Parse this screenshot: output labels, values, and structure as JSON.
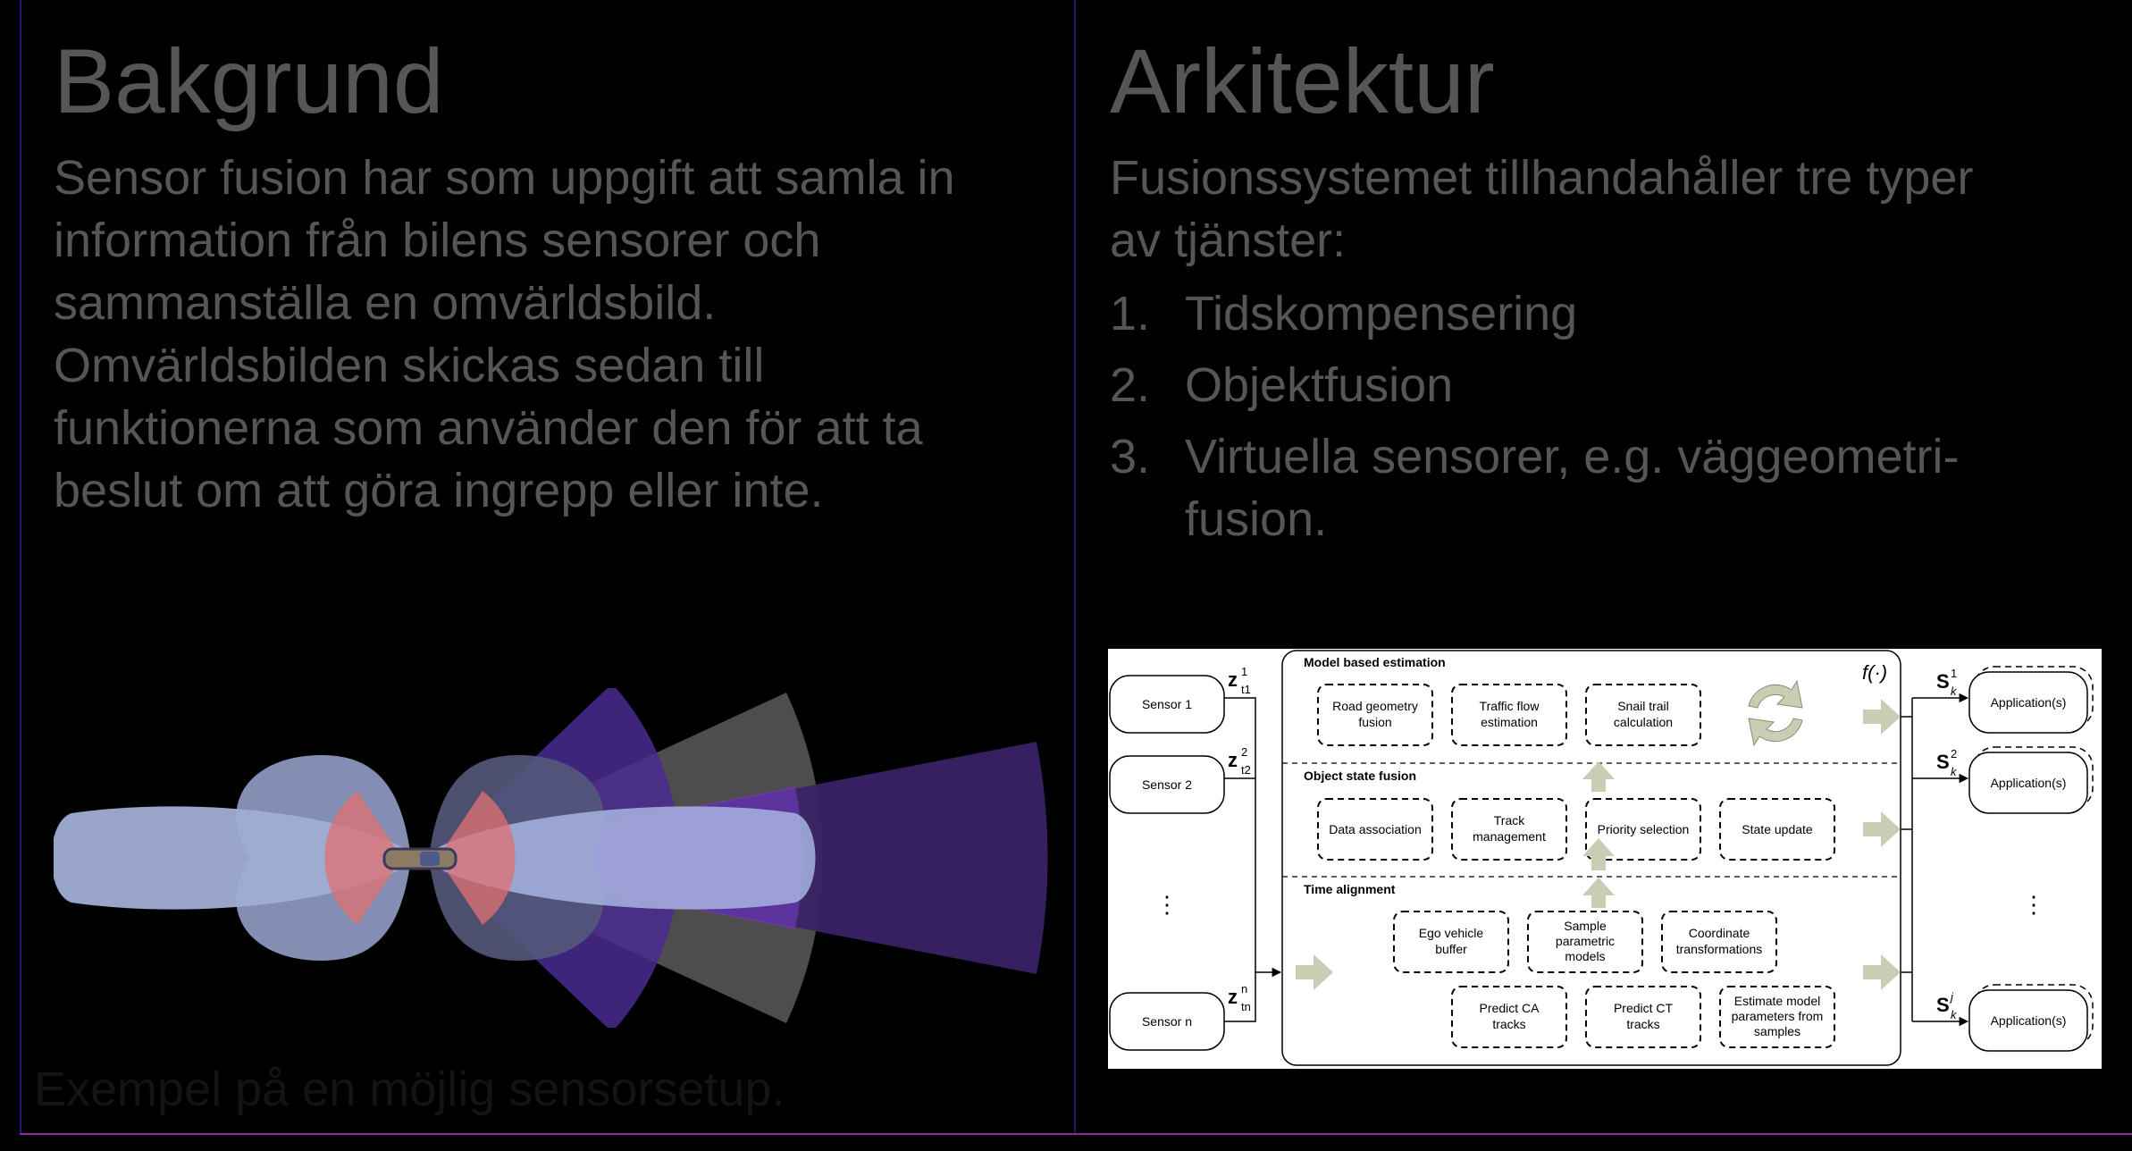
{
  "left": {
    "title": "Bakgrund",
    "body": [
      "Sensor fusion har som uppgift att samla in",
      "information från bilens sensorer och",
      "sammanställa en omvärldsbild.",
      "Omvärldsbilden skickas sedan till",
      "funktionerna som använder den för att ta",
      "beslut om att göra ingrepp eller inte."
    ],
    "caption": "Exempel på en möjlig sensorsetup."
  },
  "right": {
    "title": "Arkitektur",
    "intro": [
      "Fusionssystemet tillhandahåller tre typer",
      "av tjänster:"
    ],
    "services": [
      {
        "num": "1.",
        "lines": [
          "Tidskompensering"
        ]
      },
      {
        "num": "2.",
        "lines": [
          "Objektfusion"
        ]
      },
      {
        "num": "3.",
        "lines": [
          "Virtuella sensorer, e.g. väggeometri-",
          "fusion."
        ]
      }
    ]
  },
  "diagram": {
    "sensors": [
      {
        "label": "Sensor 1",
        "z_sup": "1",
        "z_sub": "t1"
      },
      {
        "label": "Sensor 2",
        "z_sup": "2",
        "z_sub": "t2"
      },
      {
        "label": "Sensor n",
        "z_sup": "n",
        "z_sub": "tn"
      }
    ],
    "vdots": "⋮",
    "z_symbol": "z",
    "s_symbol": "S",
    "s_outputs": [
      {
        "sup": "1",
        "sub": "k"
      },
      {
        "sup": "2",
        "sub": "k"
      },
      {
        "sup": "j",
        "sub": "k"
      }
    ],
    "f_label": "f(·)",
    "applications": [
      "Application(s)",
      "Application(s)",
      "Application(s)"
    ],
    "sections": [
      {
        "title": "Model based estimation",
        "boxes": [
          [
            "Road geometry",
            "fusion"
          ],
          [
            "Traffic flow",
            "estimation"
          ],
          [
            "Snail trail",
            "calculation"
          ]
        ]
      },
      {
        "title": "Object state fusion",
        "boxes": [
          [
            "Data association"
          ],
          [
            "Track",
            "management"
          ],
          [
            "Priority selection"
          ],
          [
            "State update"
          ]
        ]
      },
      {
        "title": "Time alignment",
        "boxes": [
          [
            "Ego vehicle",
            "buffer"
          ],
          [
            "Sample",
            "parametric",
            "models"
          ],
          [
            "Coordinate",
            "transformations"
          ],
          [
            "Predict CA",
            "tracks"
          ],
          [
            "Predict CT",
            "tracks"
          ],
          [
            "Estimate model",
            "parameters from",
            "samples"
          ]
        ]
      }
    ]
  },
  "colors": {
    "text": "#565656",
    "caption": "#141414",
    "radar_light": "#a0aed4",
    "radar_dark": "#54597a",
    "purple": "#4a2a90",
    "gray_sector": "#555555",
    "red_sector": "#e07070",
    "arrow_fill": "#c8ceb4"
  }
}
